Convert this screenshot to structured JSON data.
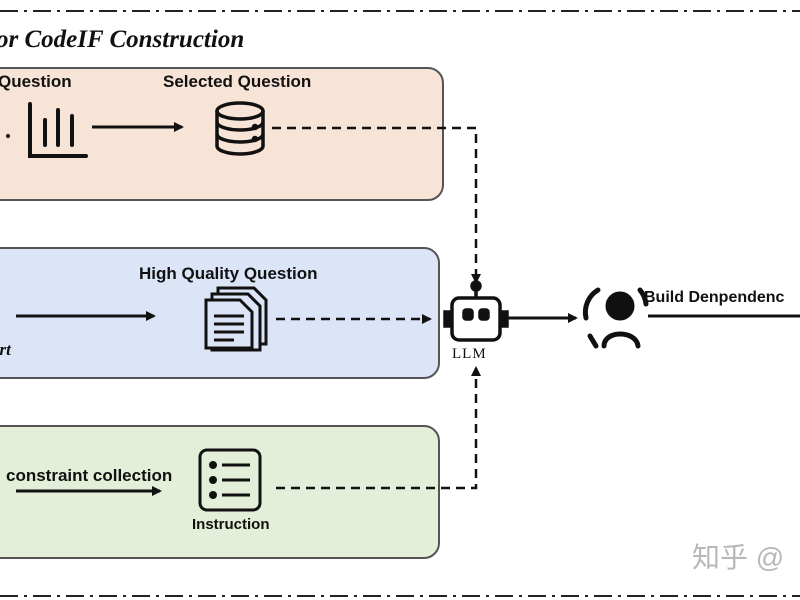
{
  "title": "or CodeIF Construction",
  "labels": {
    "question": "Question",
    "selected_question": "Selected Question",
    "high_quality_question": "High Quality Question",
    "expert": "ert",
    "constraint_collection": "constraint collection",
    "instruction": "Instruction",
    "llm": "LLM",
    "build": "Build Denpendenc"
  },
  "watermark": "知乎 @",
  "icons": {
    "chart": "bar-chart-icon",
    "database": "database-icon",
    "documents": "documents-icon",
    "list": "list-icon",
    "robot": "robot-icon",
    "user": "user-icon"
  },
  "colors": {
    "panel_1": "#f8e4d6",
    "panel_2": "#dce5f7",
    "panel_3": "#e3efd8",
    "stroke": "#111111"
  }
}
